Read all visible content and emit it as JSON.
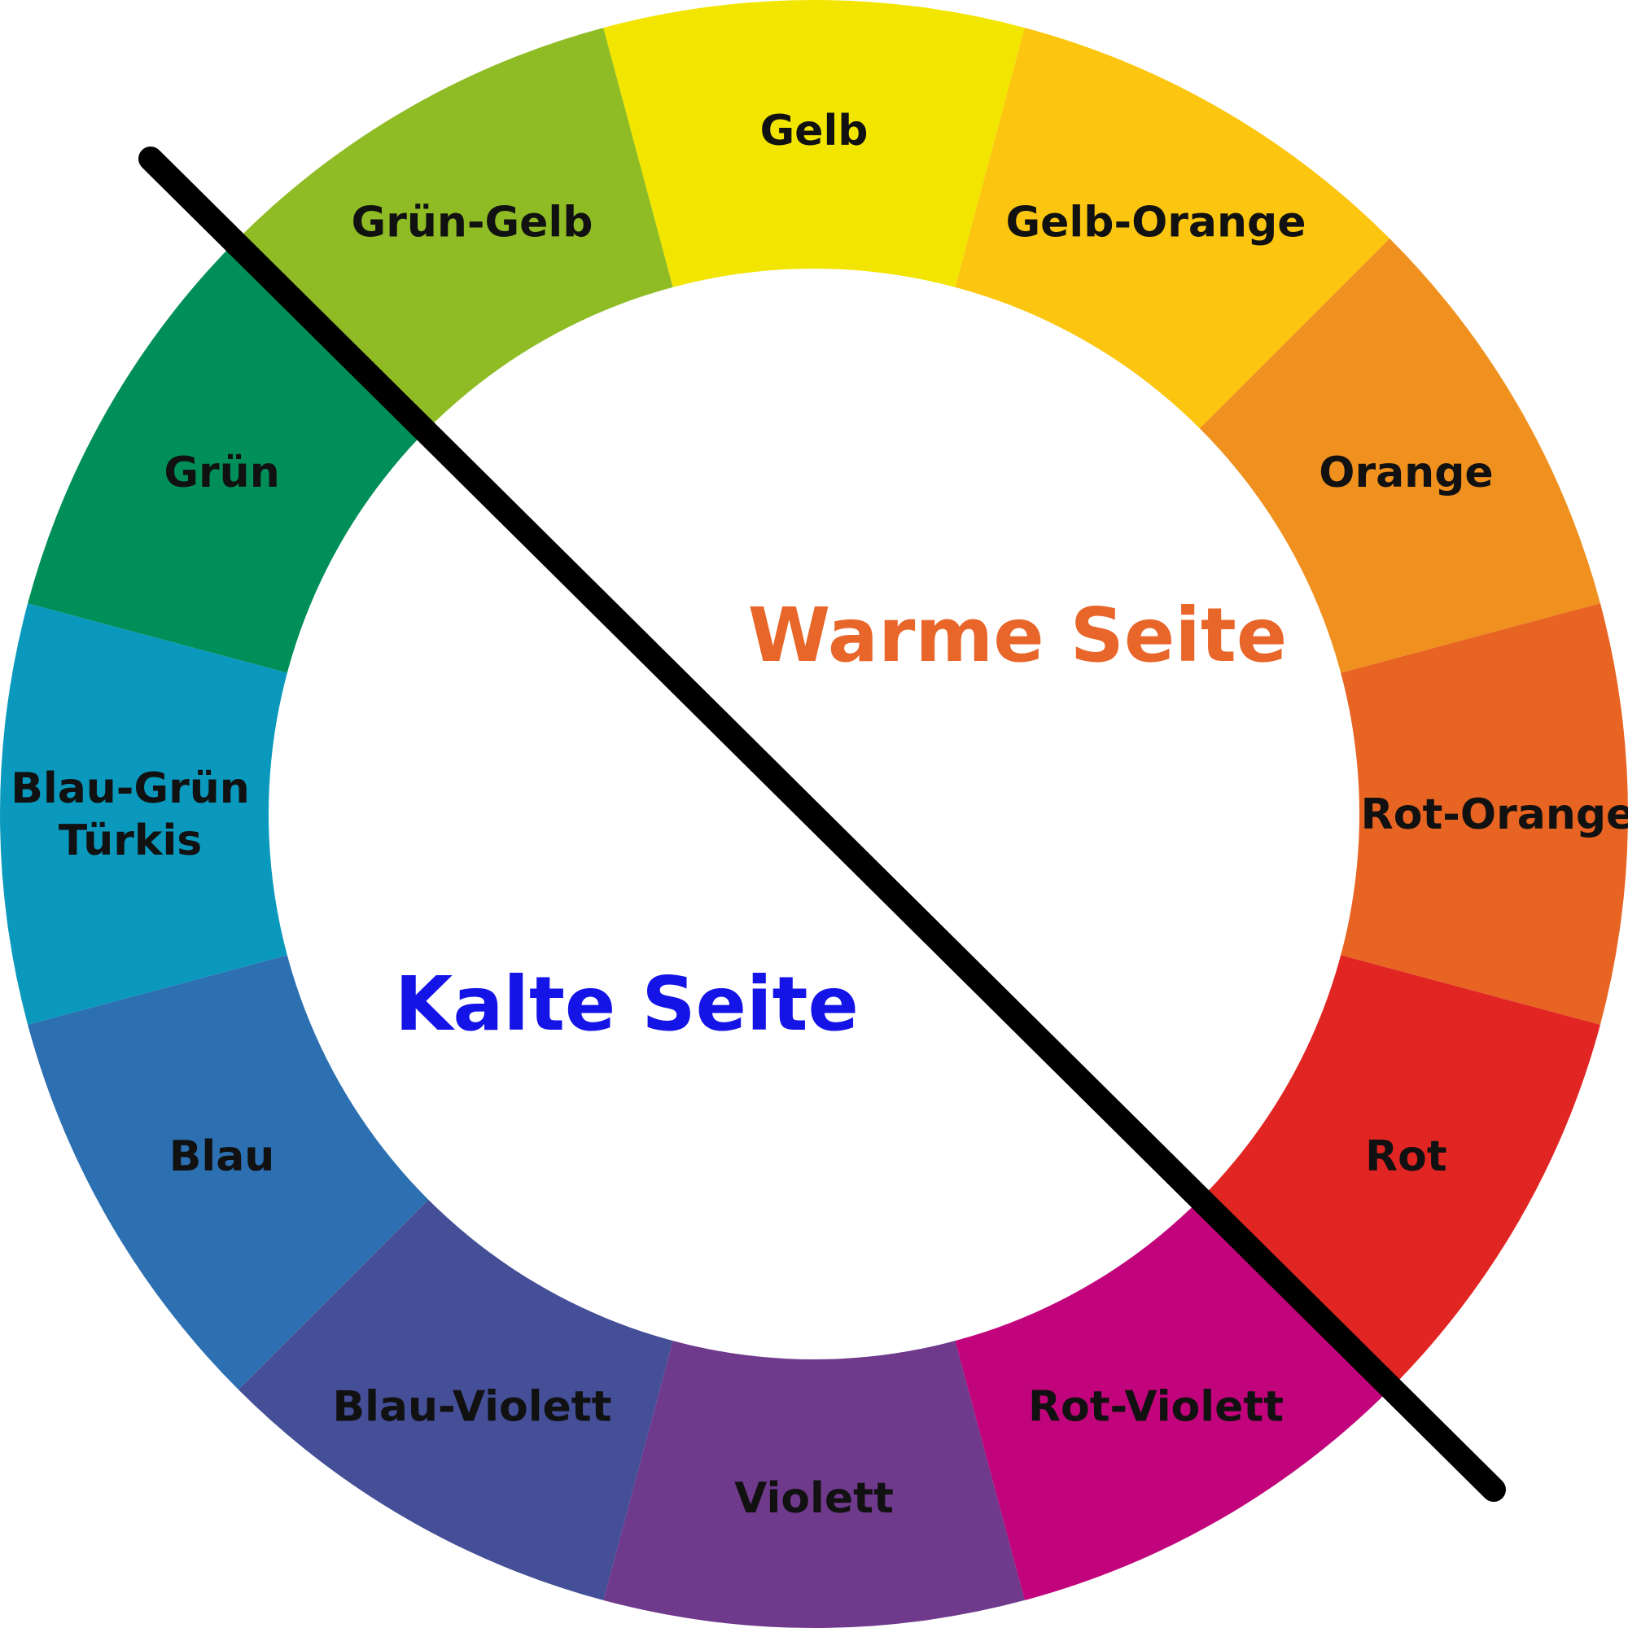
{
  "segments": [
    {
      "label": [
        "Gelb"
      ],
      "color": "#f2e500"
    },
    {
      "label": [
        "Gelb-Orange"
      ],
      "color": "#fcc610"
    },
    {
      "label": [
        "Orange"
      ],
      "color": "#f0911f"
    },
    {
      "label": [
        "Rot-Orange"
      ],
      "color": "#e86422"
    },
    {
      "label": [
        "Rot"
      ],
      "color": "#e12523"
    },
    {
      "label": [
        "Rot-Violett"
      ],
      "color": "#c1047b"
    },
    {
      "label": [
        "Violett"
      ],
      "color": "#6f398c"
    },
    {
      "label": [
        "Blau-Violett"
      ],
      "color": "#444f98"
    },
    {
      "label": [
        "Blau"
      ],
      "color": "#2c70b2"
    },
    {
      "label": [
        "Blau-Grün",
        "Türkis"
      ],
      "color": "#0a99bd"
    },
    {
      "label": [
        "Grün"
      ],
      "color": "#008f58"
    },
    {
      "label": [
        "Grün-Gelb"
      ],
      "color": "#8fbc25"
    }
  ],
  "sides": {
    "warm": {
      "label": "Warme Seite",
      "color": "#e8662a"
    },
    "cold": {
      "label": "Kalte Seite",
      "color": "#1414e6"
    }
  },
  "divider_color": "#000000",
  "background_color": "#ffffff"
}
